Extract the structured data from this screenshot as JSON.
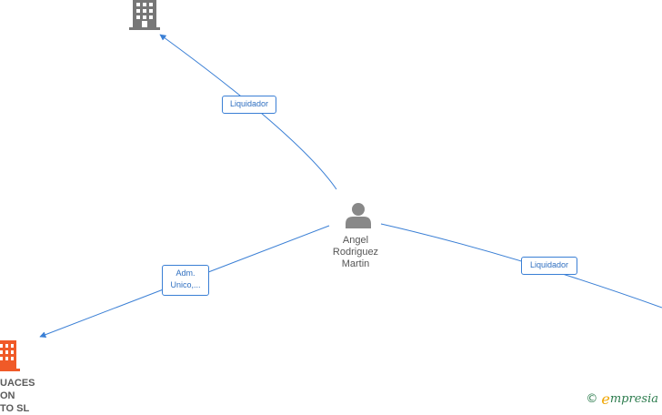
{
  "person": {
    "name": "Angel\nRodriguez\nMartin",
    "icon": "person-icon",
    "color": "#888888"
  },
  "companies": [
    {
      "id": "top",
      "name": "",
      "icon": "building-icon",
      "color": "#777777"
    },
    {
      "id": "bottom-left",
      "name": "UACES\nON\nTO  SL",
      "icon": "building-icon",
      "color": "#f05a28"
    }
  ],
  "edges": [
    {
      "id": "top",
      "label": "Liquidador"
    },
    {
      "id": "left",
      "label": "Adm.\nUnico,..."
    },
    {
      "id": "right",
      "label": "Liquidador"
    }
  ],
  "watermark": {
    "copyright": "©",
    "brand_initial": "e",
    "brand_rest": "mpresia"
  },
  "colors": {
    "edge": "#3a7fd5",
    "label_text": "#2f6fc0"
  }
}
